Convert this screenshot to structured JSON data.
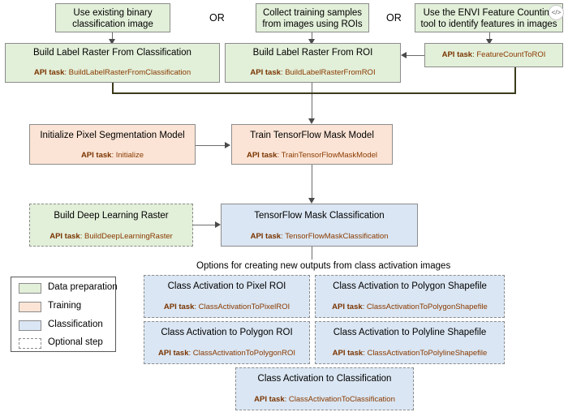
{
  "top_sources": [
    {
      "text": "Use existing binary classification image"
    },
    {
      "text": "Collect training samples from images using ROIs"
    },
    {
      "text": "Use the ENVI Feature Counting tool to identify features in images"
    }
  ],
  "or_label": "OR",
  "api_prefix": "API task",
  "build_label_classification": {
    "title": "Build Label Raster From Classification",
    "api": "BuildLabelRasterFromClassification"
  },
  "build_label_roi": {
    "title": "Build Label Raster From ROI",
    "api": "BuildLabelRasterFromROI"
  },
  "feature_count": {
    "api": "FeatureCountToROI"
  },
  "initialize_model": {
    "title": "Initialize Pixel Segmentation Model",
    "api": "Initialize"
  },
  "train_model": {
    "title": "Train TensorFlow Mask Model",
    "api": "TrainTensorFlowMaskModel"
  },
  "build_dl_raster": {
    "title": "Build Deep Learning Raster",
    "api": "BuildDeepLearningRaster"
  },
  "mask_classification": {
    "title": "TensorFlow Mask Classification",
    "api": "TensorFlowMaskClassification"
  },
  "options_caption": "Options for creating new outputs from class activation images",
  "options": {
    "pixel_roi": {
      "title": "Class Activation to Pixel ROI",
      "api": "ClassActivationToPixelROI"
    },
    "polygon_shapefile": {
      "title": "Class Activation to Polygon Shapefile",
      "api": "ClassActivationToPolygonShapefile"
    },
    "polygon_roi": {
      "title": "Class Activation to Polygon ROI",
      "api": "ClassActivationToPolygonROI"
    },
    "polyline_shapefile": {
      "title": "Class Activation to Polyline Shapefile",
      "api": "ClassActivationToPolylineShapefile"
    },
    "classification": {
      "title": "Class Activation to Classification",
      "api": "ClassActivationToClassification"
    }
  },
  "legend": [
    {
      "label": "Data preparation",
      "color": "#e2efd9",
      "style": "solid"
    },
    {
      "label": "Training",
      "color": "#fbe4d5",
      "style": "solid"
    },
    {
      "label": "Classification",
      "color": "#dae6f3",
      "style": "solid"
    },
    {
      "label": "Optional step",
      "color": "#ffffff",
      "style": "dashed"
    }
  ],
  "colors": {
    "data_preparation": "#e2efd9",
    "training": "#fbe4d5",
    "classification": "#dae6f3",
    "api_text": "#8a3a00"
  },
  "icons": {
    "corner": "copy-code-icon"
  }
}
